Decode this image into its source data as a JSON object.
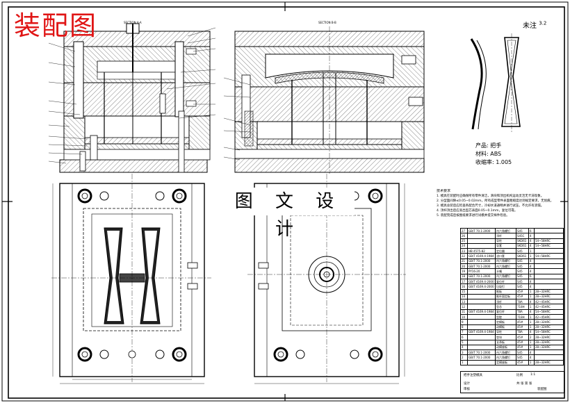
{
  "drawing": {
    "red_title": "装配图",
    "design_title": "图 文 设 计",
    "rough_note": "未注",
    "rough_value": "3.2",
    "section_label_top": "SECTION A-A",
    "section_label_mid": "SECTION B-B"
  },
  "product": {
    "name_line": "产品: 把手",
    "material_line": "材料: ABS",
    "shrink_line": "收缩率: 1.005"
  },
  "tech_notes": {
    "title": "技术要求",
    "lines": [
      "1. 模具在装配时应确保所有零件清洁，滑块和顶出机构运动灵活无卡滞现象。",
      "2. 分型面间隙≤0.05~0.02mm，所有成型零件表面粗糙度达到规定要求，无划痕。",
      "3. 模具总装后应检查各配合尺寸，冷却水道通畅并进行试压，不允许有渗漏。",
      "4. 顶杆顶出后应高出型芯表面0.05~0.1mm，复位可靠。",
      "5. 装配完成后按图纸要求进行试模并提交样件检验。"
    ]
  },
  "bom": {
    "rows": [
      [
        "27",
        "GB/T 70.1-2000",
        "内六角螺钉",
        "S45",
        "6",
        ""
      ],
      [
        "26",
        "",
        "顶杆",
        "S45C",
        "4",
        ""
      ],
      [
        "25",
        "",
        "导柱",
        "SKD61",
        "4",
        "54~58HRC"
      ],
      [
        "24",
        "",
        "导套",
        "SKD61",
        "4",
        "54~58HRC"
      ],
      [
        "23",
        "HB 4575-82",
        "定位圈",
        "S45",
        "1",
        ""
      ],
      [
        "22",
        "GB/T 4169.4-1984",
        "浇口套",
        "SKD61",
        "1",
        "54~58HRC"
      ],
      [
        "21",
        "GB/T 70.1-2000",
        "内六角螺钉",
        "S45",
        "4",
        ""
      ],
      [
        "20",
        "GB/T 70.1-2000",
        "内六角螺钉",
        "S45",
        "4",
        ""
      ],
      [
        "19",
        "PY16-20",
        "水嘴",
        "S45",
        "4",
        ""
      ],
      [
        "18",
        "GB/T 70.1-2000",
        "内六角螺钉",
        "S45",
        "6",
        ""
      ],
      [
        "17",
        "GB/T 4169.4-2000",
        "复位杆",
        "S45",
        "4",
        ""
      ],
      [
        "16",
        "GB/T 4169.4-2000",
        "垃圾钉",
        "S45",
        "4",
        ""
      ],
      [
        "15",
        "",
        "推板",
        "45#",
        "1",
        "28~32HRC"
      ],
      [
        "14",
        "",
        "推杆固定板",
        "45#",
        "1",
        "28~32HRC"
      ],
      [
        "13",
        "",
        "顶杆",
        "T8A",
        "4",
        "42~45HRC"
      ],
      [
        "12",
        "",
        "型芯",
        "718H",
        "1",
        "42~45HRC"
      ],
      [
        "11",
        "GB/T 4169.4-1984",
        "复位杆",
        "T8A",
        "4",
        "54~58HRC"
      ],
      [
        "10",
        "",
        "型腔",
        "718H",
        "1",
        "42~45HRC"
      ],
      [
        "9",
        "",
        "定模板",
        "45#",
        "1",
        "28~32HRC"
      ],
      [
        "8",
        "",
        "动模板",
        "45#",
        "1",
        "28~32HRC"
      ],
      [
        "7",
        "GB/T 4169.4-1984",
        "导柱",
        "T8A",
        "4",
        "54~58HRC"
      ],
      [
        "6",
        "",
        "垫块",
        "45#",
        "2",
        "28~32HRC"
      ],
      [
        "5",
        "",
        "支承板",
        "45#",
        "1",
        "28~32HRC"
      ],
      [
        "4",
        "",
        "动模座板",
        "45#",
        "1",
        "28~32HRC"
      ],
      [
        "3",
        "GB/T 70.1-2000",
        "内六角螺钉",
        "S45",
        "4",
        ""
      ],
      [
        "2",
        "GB/T 70.1-2000",
        "内六角螺钉",
        "S45",
        "4",
        ""
      ],
      [
        "1",
        "",
        "定模座板",
        "45#",
        "1",
        "28~32HRC"
      ]
    ]
  },
  "title_block": {
    "name": "把手注塑模具",
    "scale_label": "比例",
    "scale": "1:1",
    "drawn": "设计",
    "checked": "审核",
    "sheet": "共 张 第 张",
    "drawing_no": "装配图"
  }
}
